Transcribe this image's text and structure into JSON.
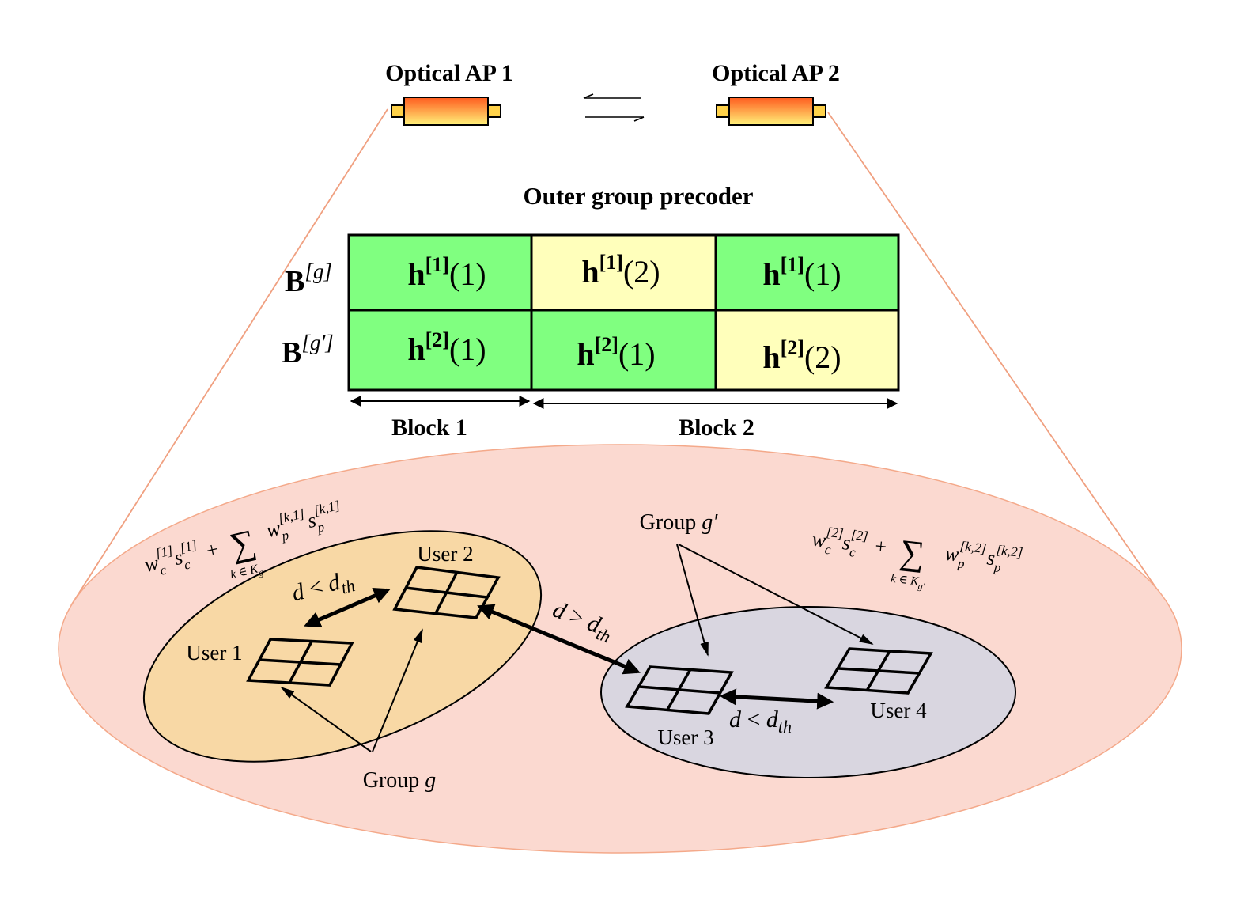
{
  "access_points": [
    {
      "label": "Optical AP 1"
    },
    {
      "label": "Optical AP 2"
    }
  ],
  "precoder": {
    "title": "Outer group precoder",
    "rows": [
      {
        "label": {
          "base": "B",
          "sup": "[g]"
        },
        "cells": [
          {
            "base": "h",
            "sup": "[1]",
            "arg": "(1)",
            "color": "#80ff80"
          },
          {
            "base": "h",
            "sup": "[1]",
            "arg": "(2)",
            "color": "#ffffbb"
          },
          {
            "base": "h",
            "sup": "[1]",
            "arg": "(1)",
            "color": "#80ff80"
          }
        ]
      },
      {
        "label": {
          "base": "B",
          "sup": "[g′]"
        },
        "cells": [
          {
            "base": "h",
            "sup": "[2]",
            "arg": "(1)",
            "color": "#80ff80"
          },
          {
            "base": "h",
            "sup": "[2]",
            "arg": "(1)",
            "color": "#80ff80"
          },
          {
            "base": "h",
            "sup": "[2]",
            "arg": "(2)",
            "color": "#ffffbb"
          }
        ]
      }
    ],
    "blocks": [
      {
        "label": "Block 1"
      },
      {
        "label": "Block 2"
      }
    ]
  },
  "users": [
    {
      "label": "User 1"
    },
    {
      "label": "User 2"
    },
    {
      "label": "User 3"
    },
    {
      "label": "User 4"
    }
  ],
  "groups": {
    "g": {
      "prefix": "Group ",
      "symbol": "g"
    },
    "g_prime": {
      "prefix": "Group ",
      "symbol": "g′"
    }
  },
  "distances": {
    "intra_g": {
      "lhs": "d",
      "op": " < ",
      "rhs": "d",
      "sub": "th"
    },
    "inter": {
      "lhs": "d",
      "op": " > ",
      "rhs": "d",
      "sub": "th"
    },
    "intra_g_prime": {
      "lhs": "d",
      "op": " < ",
      "rhs": "d",
      "sub": "th"
    }
  },
  "signals": {
    "group_g": {
      "w": "w",
      "w_sub": "c",
      "w_sup": "[1]",
      "s": "s",
      "s_sub": "c",
      "s_sup": "[1]",
      "plus": "+",
      "sum": "∑",
      "sum_sub": "k ∈ K",
      "sum_sub_idx": "g",
      "wp": "w",
      "wp_sub": "p",
      "wp_sup": "[k,1]",
      "sp": "s",
      "sp_sub": "p",
      "sp_sup": "[k,1]"
    },
    "group_g_prime": {
      "w": "w",
      "w_sub": "c",
      "w_sup": "[2]",
      "s": "s",
      "s_sub": "c",
      "s_sup": "[2]",
      "plus": "+",
      "sum": "∑",
      "sum_sub": "k ∈ K",
      "sum_sub_idx": "g′",
      "wp": "w",
      "wp_sub": "p",
      "wp_sup": "[k,2]",
      "sp": "s",
      "sp_sub": "p",
      "sp_sup": "[k,2]"
    }
  },
  "colors": {
    "coverage_fill": "#fbd9d0",
    "coverage_stroke": "#f4a98a",
    "group_g_fill": "#f8d8a5",
    "group_g_prime_fill": "#d9d6e0",
    "ap_gradient_top": "#ff5a1e",
    "ap_gradient_bottom": "#fff27a",
    "ap_end": "#ffd24a",
    "beam_line": "#f0a080"
  }
}
